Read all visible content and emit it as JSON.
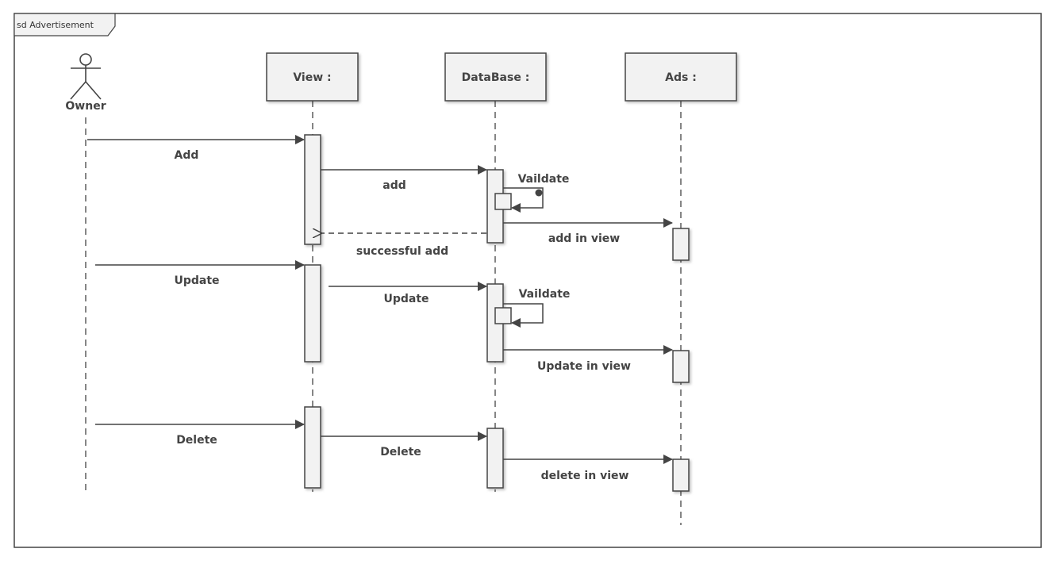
{
  "frame": {
    "label": "sd Advertisement"
  },
  "actor": {
    "name": "Owner"
  },
  "lifelines": [
    {
      "id": "view",
      "label": "View :"
    },
    {
      "id": "database",
      "label": "DataBase :"
    },
    {
      "id": "ads",
      "label": "Ads :"
    }
  ],
  "messages": [
    {
      "id": "add",
      "label": "Add",
      "from": "Owner",
      "to": "View :",
      "kind": "sync"
    },
    {
      "id": "add-lower",
      "label": "add",
      "from": "View :",
      "to": "DataBase :",
      "kind": "sync"
    },
    {
      "id": "validate-1",
      "label": "Vaildate",
      "from": "DataBase :",
      "to": "DataBase :",
      "kind": "self"
    },
    {
      "id": "add-in-view",
      "label": "add in view",
      "from": "DataBase :",
      "to": "Ads :",
      "kind": "sync"
    },
    {
      "id": "successful-add",
      "label": "successful add",
      "from": "DataBase :",
      "to": "View :",
      "kind": "return"
    },
    {
      "id": "update",
      "label": "Update",
      "from": "Owner",
      "to": "View :",
      "kind": "sync"
    },
    {
      "id": "update-db",
      "label": "Update",
      "from": "View :",
      "to": "DataBase :",
      "kind": "sync"
    },
    {
      "id": "validate-2",
      "label": "Vaildate",
      "from": "DataBase :",
      "to": "DataBase :",
      "kind": "self"
    },
    {
      "id": "update-in-view",
      "label": "Update in view",
      "from": "DataBase :",
      "to": "Ads :",
      "kind": "sync"
    },
    {
      "id": "delete",
      "label": "Delete",
      "from": "Owner",
      "to": "View :",
      "kind": "sync"
    },
    {
      "id": "delete-db",
      "label": "Delete",
      "from": "View :",
      "to": "DataBase :",
      "kind": "sync"
    },
    {
      "id": "delete-in-view",
      "label": "delete in view",
      "from": "DataBase :",
      "to": "Ads :",
      "kind": "sync"
    }
  ],
  "colors": {
    "line": "#444444",
    "box_fill": "#f2f2f2",
    "text": "#444444"
  }
}
